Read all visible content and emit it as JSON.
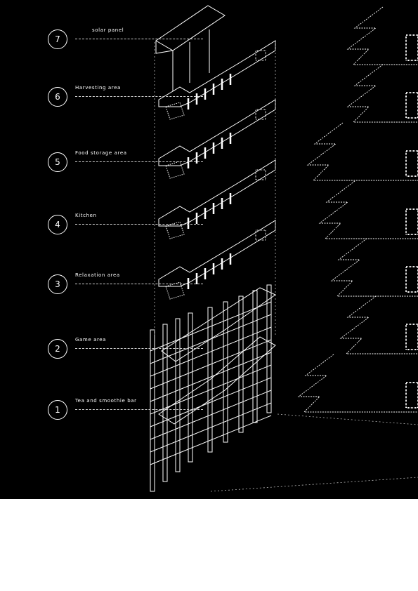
{
  "diagram": {
    "colors": {
      "background": "#000000",
      "line": "#ffffff",
      "page": "#ffffff"
    },
    "levels": [
      {
        "number": "7",
        "label": "solar panel"
      },
      {
        "number": "6",
        "label": "Harvesting area"
      },
      {
        "number": "5",
        "label": "Food storage area"
      },
      {
        "number": "4",
        "label": "Kitchen"
      },
      {
        "number": "3",
        "label": "Relaxation area"
      },
      {
        "number": "2",
        "label": "Game area"
      },
      {
        "number": "1",
        "label": "Tea and smoothie bar"
      }
    ]
  }
}
